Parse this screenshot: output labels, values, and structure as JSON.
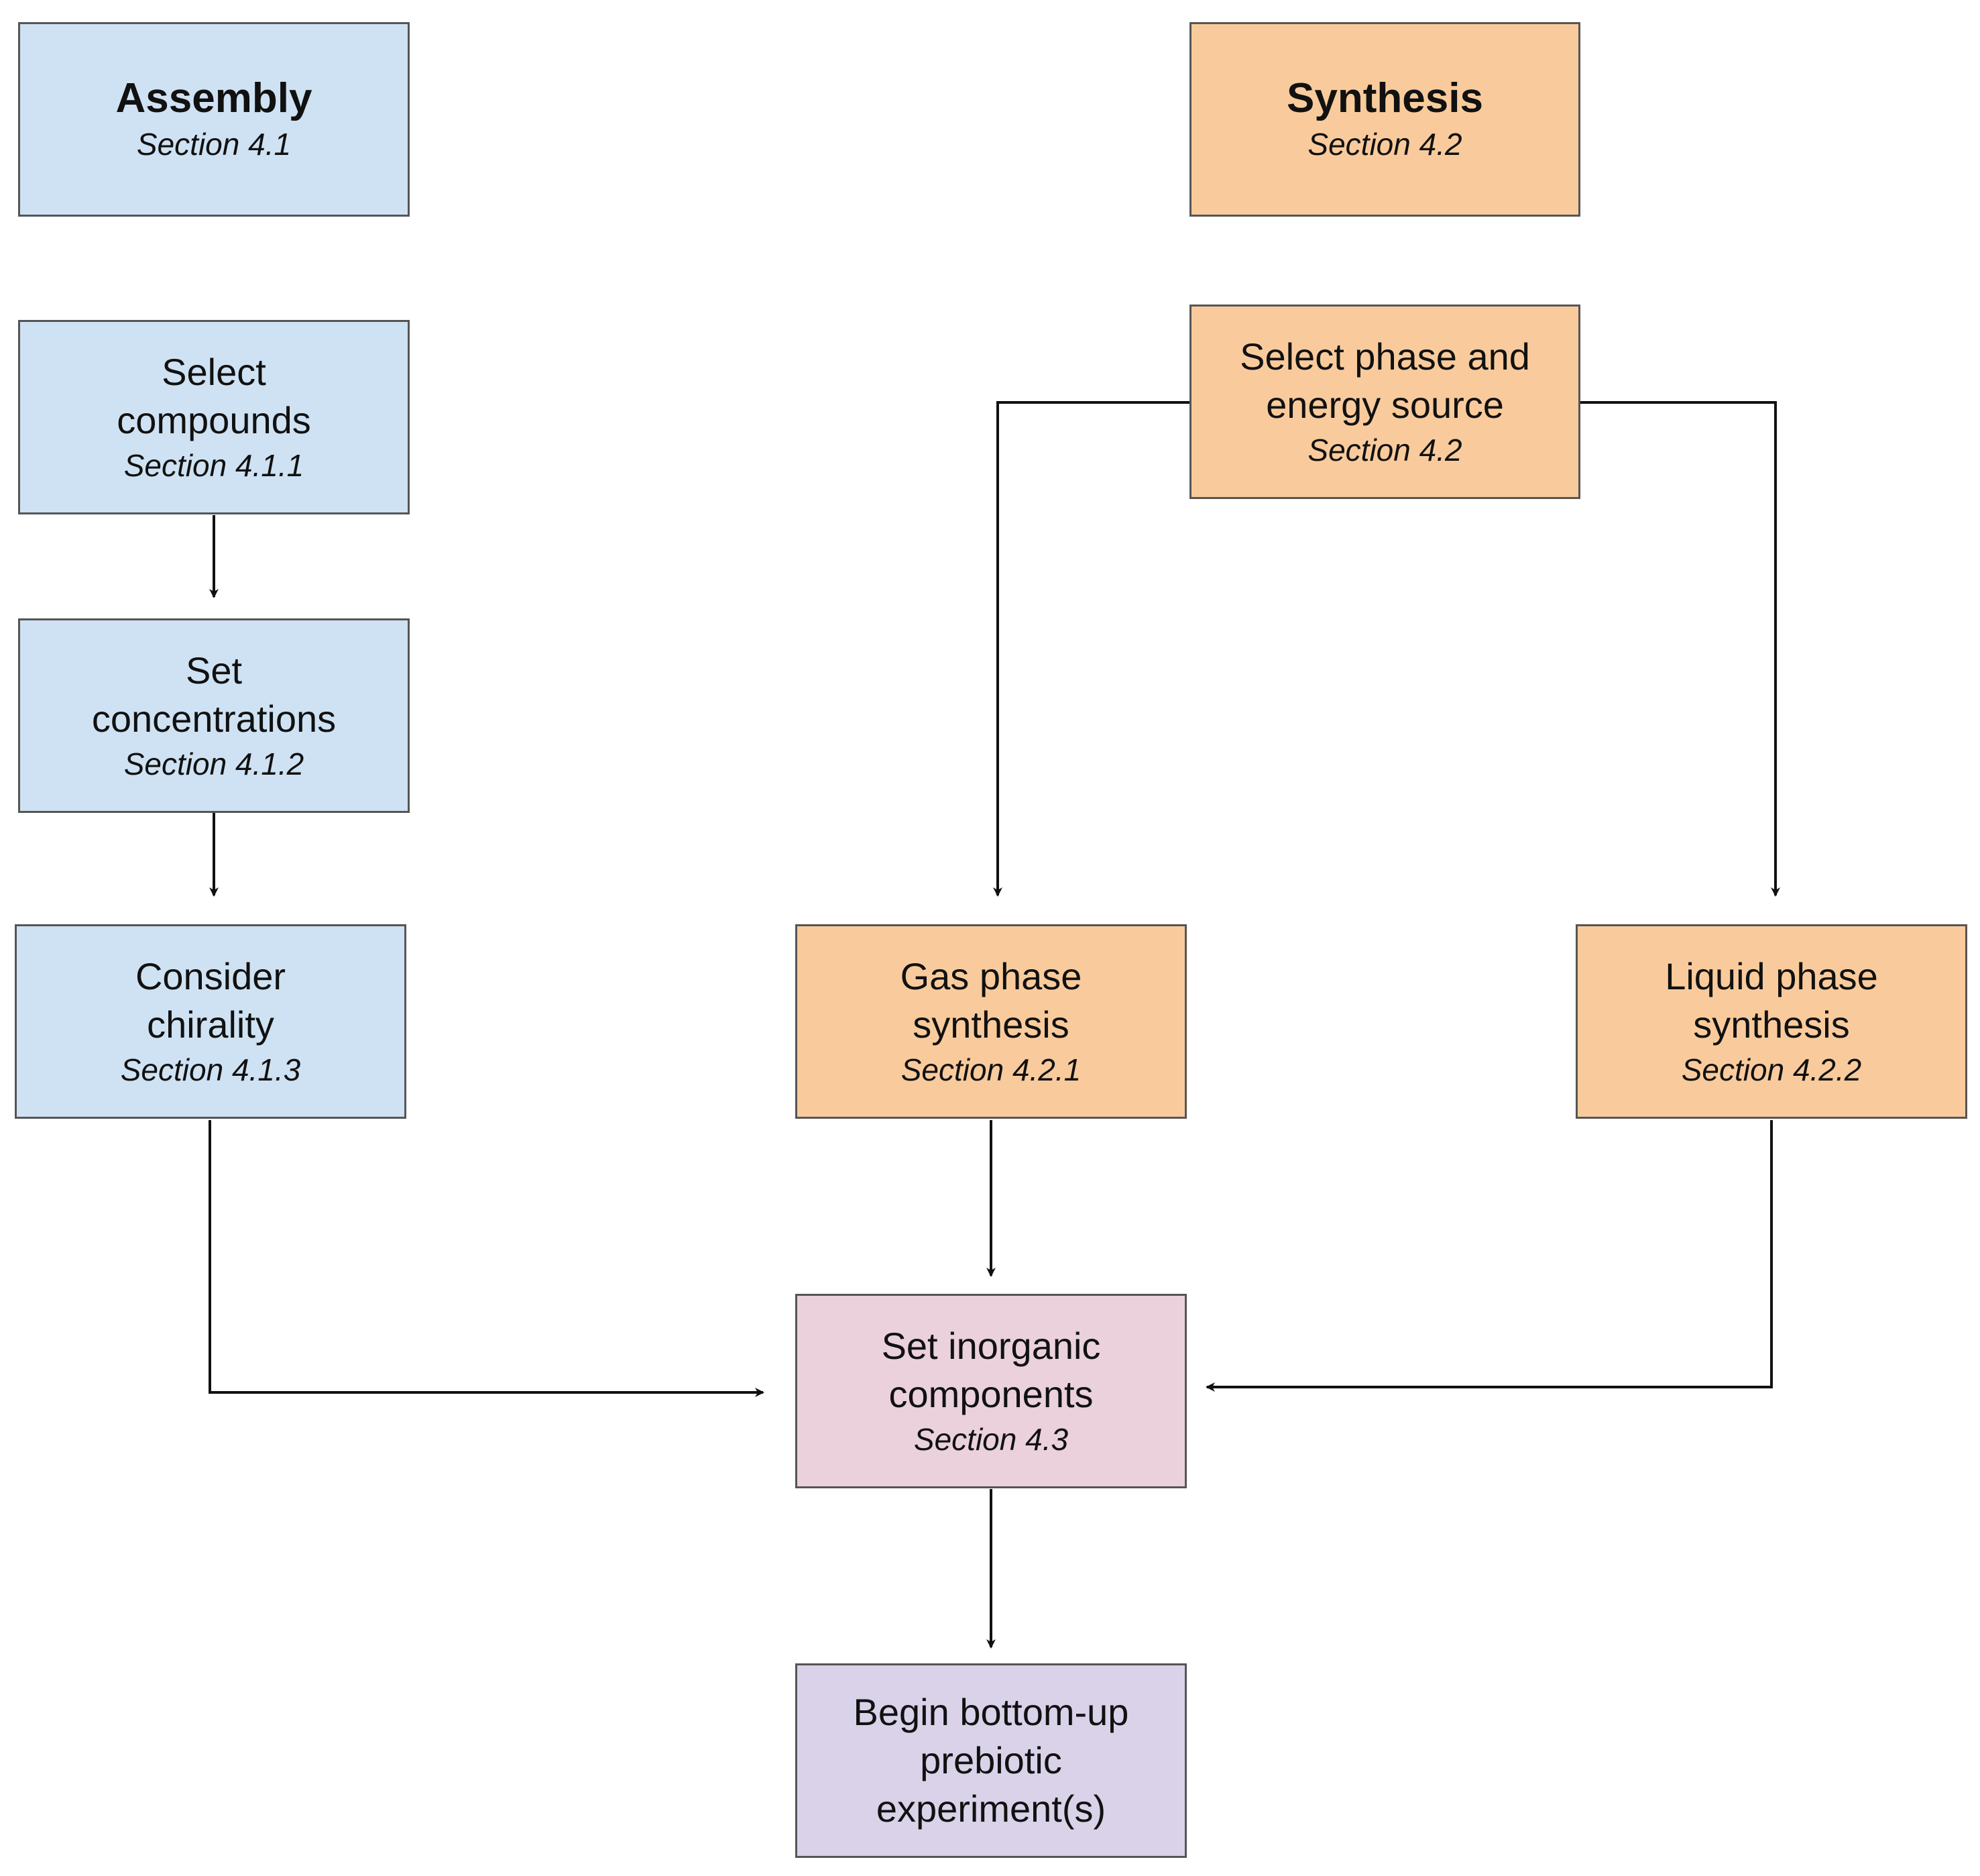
{
  "headers": {
    "assembly": {
      "title": "Assembly",
      "section": "Section 4.1"
    },
    "synthesis": {
      "title": "Synthesis",
      "section": "Section 4.2"
    }
  },
  "nodes": {
    "select_compounds": {
      "lines": [
        "Select",
        "compounds"
      ],
      "section": "Section 4.1.1"
    },
    "set_concentrations": {
      "lines": [
        "Set",
        "concentrations"
      ],
      "section": "Section 4.1.2"
    },
    "consider_chirality": {
      "lines": [
        "Consider",
        "chirality"
      ],
      "section": "Section 4.1.3"
    },
    "select_phase": {
      "lines": [
        "Select phase and",
        "energy source"
      ],
      "section": "Section 4.2"
    },
    "gas_phase": {
      "lines": [
        "Gas phase",
        "synthesis"
      ],
      "section": "Section 4.2.1"
    },
    "liquid_phase": {
      "lines": [
        "Liquid phase",
        "synthesis"
      ],
      "section": "Section 4.2.2"
    },
    "set_inorganic": {
      "lines": [
        "Set inorganic",
        "components"
      ],
      "section": "Section 4.3"
    },
    "begin_experiment": {
      "lines": [
        "Begin bottom-up",
        "prebiotic",
        "experiment(s)"
      ]
    }
  },
  "colors": {
    "assembly_fill": "#cfe2f3",
    "synthesis_fill": "#f9cb9c",
    "inorganic_fill": "#ead1dc",
    "experiment_fill": "#d9d2e9",
    "border": "#555555",
    "arrow": "#111111"
  },
  "edges": [
    {
      "from": "select_compounds",
      "to": "set_concentrations"
    },
    {
      "from": "set_concentrations",
      "to": "consider_chirality"
    },
    {
      "from": "select_phase",
      "to": "gas_phase"
    },
    {
      "from": "select_phase",
      "to": "liquid_phase"
    },
    {
      "from": "gas_phase",
      "to": "set_inorganic"
    },
    {
      "from": "consider_chirality",
      "to": "set_inorganic"
    },
    {
      "from": "liquid_phase",
      "to": "set_inorganic"
    },
    {
      "from": "set_inorganic",
      "to": "begin_experiment"
    }
  ]
}
